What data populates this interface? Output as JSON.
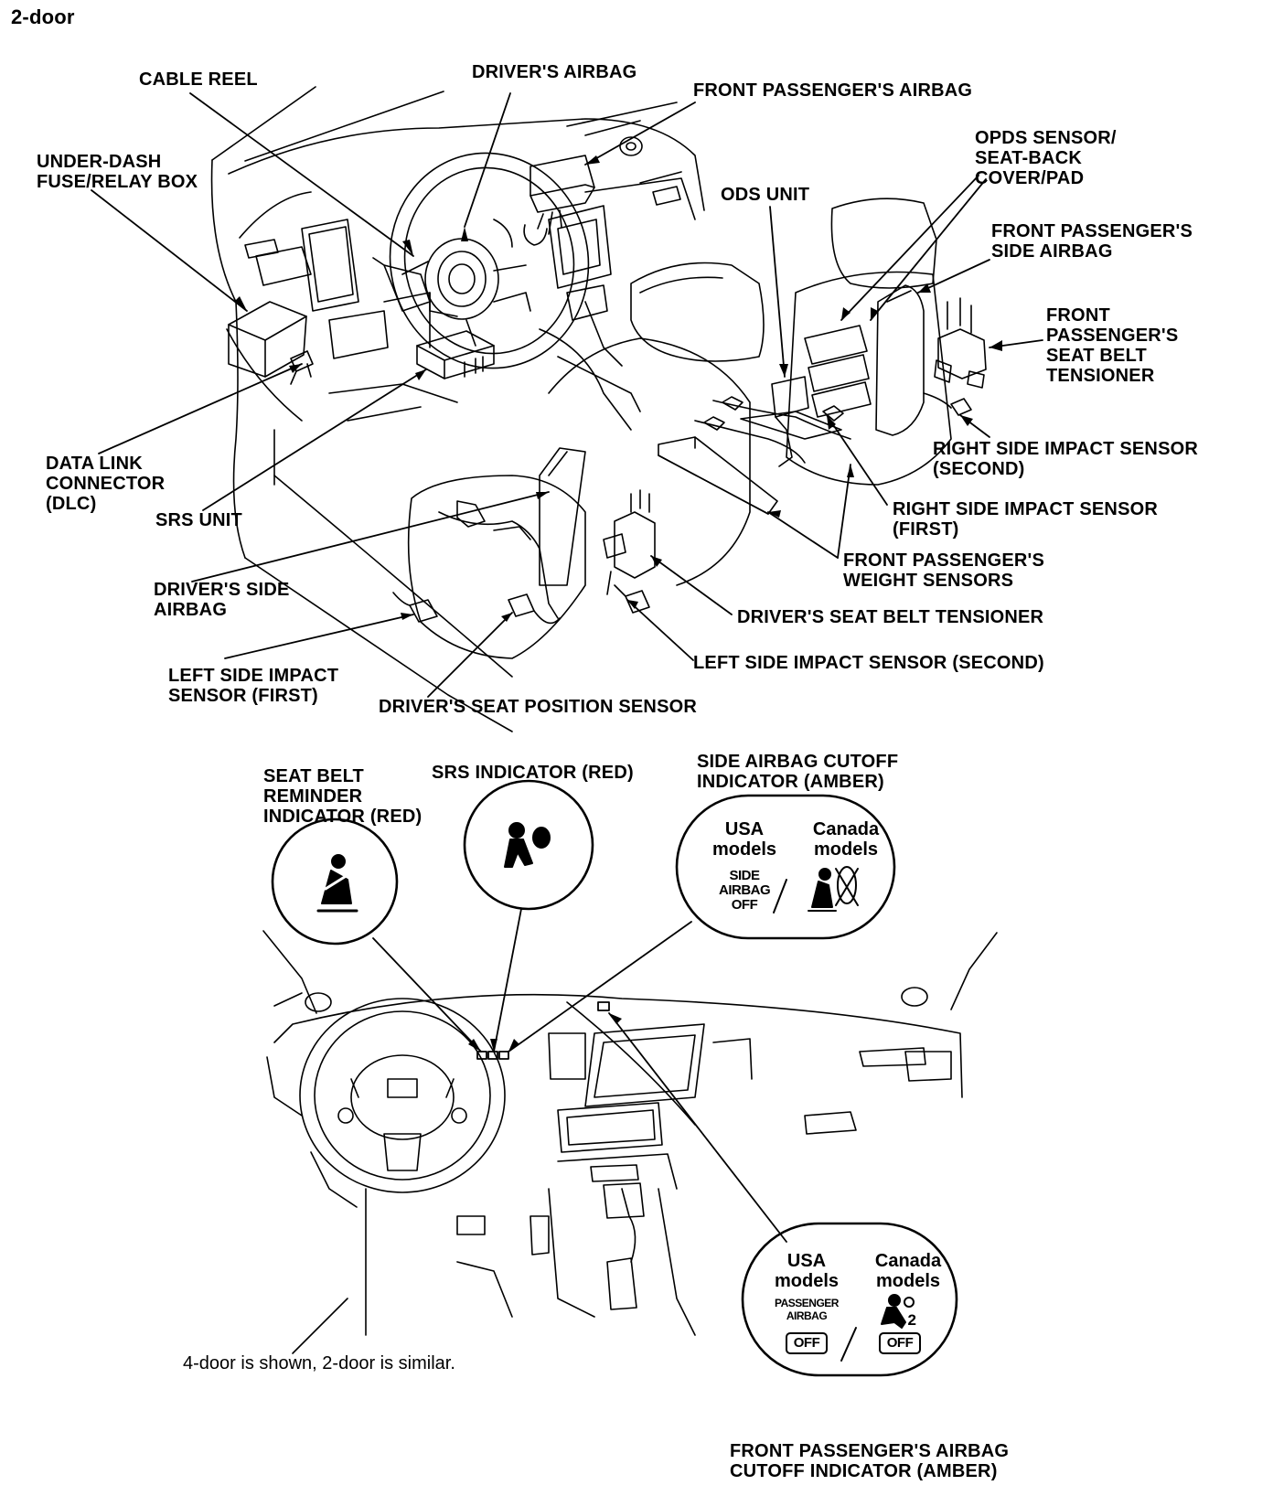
{
  "page_title": "2-door",
  "top_diagram": {
    "labels": {
      "cable_reel": "CABLE REEL",
      "drivers_airbag": "DRIVER'S AIRBAG",
      "front_passenger_airbag": "FRONT PASSENGER'S AIRBAG",
      "under_dash_box": "UNDER-DASH\nFUSE/RELAY BOX",
      "opds_sensor": "OPDS SENSOR/\nSEAT-BACK\nCOVER/PAD",
      "ods_unit": "ODS UNIT",
      "front_passenger_side_airbag": "FRONT PASSENGER'S\nSIDE AIRBAG",
      "front_passenger_seat_belt_tensioner": "FRONT\nPASSENGER'S\nSEAT BELT\nTENSIONER",
      "right_side_impact_second": "RIGHT SIDE IMPACT SENSOR\n(SECOND)",
      "data_link_connector": "DATA LINK\nCONNECTOR\n(DLC)",
      "srs_unit": "SRS UNIT",
      "right_side_impact_first": "RIGHT SIDE IMPACT SENSOR\n(FIRST)",
      "front_passenger_weight_sensors": "FRONT PASSENGER'S\nWEIGHT SENSORS",
      "drivers_side_airbag": "DRIVER'S SIDE\nAIRBAG",
      "drivers_seat_belt_tensioner": "DRIVER'S SEAT BELT TENSIONER",
      "left_side_impact_second": "LEFT SIDE IMPACT SENSOR (SECOND)",
      "left_side_impact_first": "LEFT SIDE IMPACT\nSENSOR (FIRST)",
      "drivers_seat_position_sensor": "DRIVER'S SEAT POSITION SENSOR"
    }
  },
  "bottom_diagram": {
    "labels": {
      "seat_belt_reminder": "SEAT BELT\nREMINDER\nINDICATOR (RED)",
      "srs_indicator": "SRS INDICATOR (RED)",
      "side_airbag_cutoff": "SIDE AIRBAG CUTOFF\nINDICATOR (AMBER)",
      "front_passenger_airbag_cutoff": "FRONT PASSENGER'S AIRBAG\nCUTOFF INDICATOR (AMBER)",
      "footnote": "4-door is shown, 2-door is similar."
    },
    "side_cutoff_bubble": {
      "usa": "USA\nmodels",
      "canada": "Canada\nmodels",
      "usa_icon_text": "SIDE\nAIRBAG\nOFF"
    },
    "passenger_cutoff_bubble": {
      "usa": "USA\nmodels",
      "canada": "Canada\nmodels",
      "usa_icon_text": "PASSENGER\nAIRBAG",
      "off_text": "OFF",
      "canada_icon_number": "2"
    }
  },
  "colors": {
    "ink": "#000000",
    "paper": "#ffffff"
  }
}
